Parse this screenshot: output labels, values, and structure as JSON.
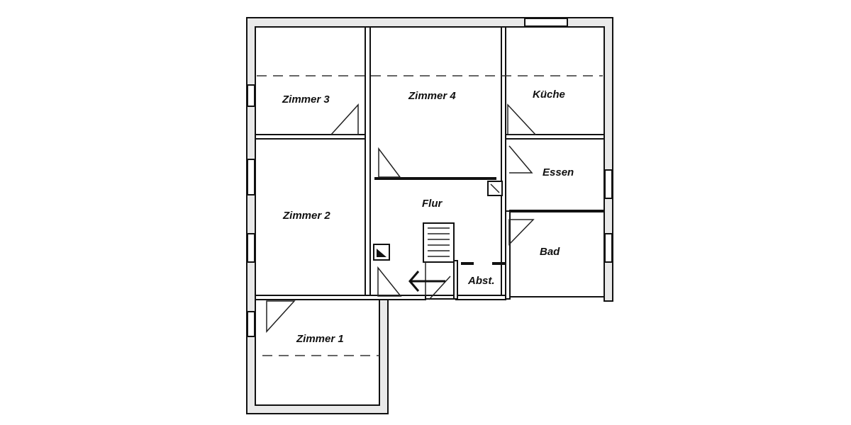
{
  "plan": {
    "rooms": {
      "zimmer3": "Zimmer 3",
      "zimmer4": "Zimmer 4",
      "kueche": "Küche",
      "essen": "Essen",
      "zimmer2": "Zimmer 2",
      "flur": "Flur",
      "bad": "Bad",
      "abst": "Abst.",
      "zimmer1": "Zimmer 1"
    },
    "colors": {
      "line": "#111111",
      "background": "#ffffff"
    }
  }
}
